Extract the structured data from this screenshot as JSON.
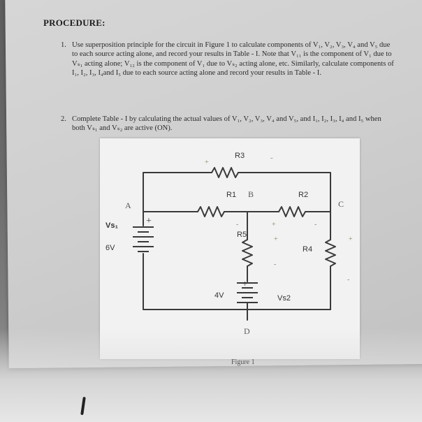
{
  "heading": "PROCEDURE:",
  "steps": [
    {
      "number": "1.",
      "text": "Use superposition principle for the circuit in Figure 1 to calculate components of V₁, V₂, V₃, V₄ and V₅ due to each source acting alone, and record your results in Table - I. Note that V₁₁ is the component of V₁ due to Vₛ₁ acting alone; V₁₂ is the component of V₁ due to Vₛ₂ acting alone, etc. Similarly, calculate components of I₁, I₂, I₃, I₄and I₅ due to each source acting alone and record your results in Table - I."
    },
    {
      "number": "2.",
      "text": "Complete Table - I by calculating the actual values of V₁, V₂, V₃, V₄ and V₅, and I₁, I₂, I₃, I₄ and I₅ when both Vₛ₁ and Vₛ₂ are active (ON)."
    }
  ],
  "figure": {
    "caption": "Figure 1",
    "nodes": {
      "a": "A",
      "b": "B",
      "c": "C",
      "d": "D"
    },
    "resistors": {
      "r1": "R1",
      "r2": "R2",
      "r3": "R3",
      "r4": "R4",
      "r5": "R5"
    },
    "sources": {
      "vs1": "Vs₁",
      "vs1_value": "6V",
      "vs2": "Vs2",
      "vs2_value": "4V"
    },
    "signs": {
      "plus": "+",
      "minus": "-"
    }
  }
}
